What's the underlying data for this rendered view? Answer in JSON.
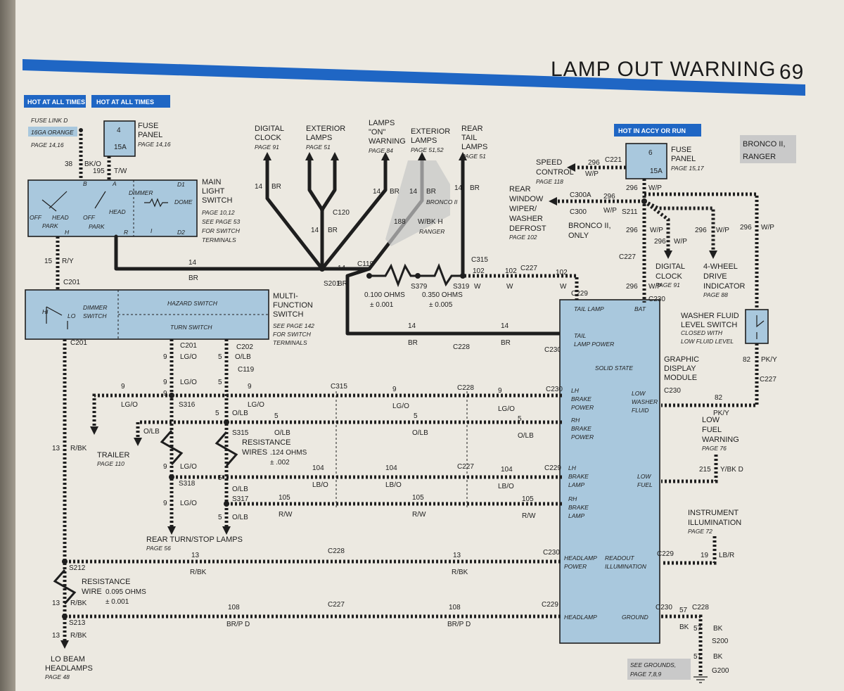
{
  "header": {
    "title": "LAMP OUT WARNING",
    "page_number": "69"
  },
  "tags": {
    "hot1": "HOT AT ALL TIMES",
    "hot2": "HOT AT ALL TIMES",
    "hot3": "HOT IN ACCY OR RUN",
    "model": [
      "BRONCO II,",
      "RANGER"
    ]
  },
  "fuse_link": {
    "label": "FUSE LINK D",
    "gauge": "16GA ORANGE",
    "page": "PAGE 14,16"
  },
  "fuse_panel_1": {
    "lines": [
      "FUSE",
      "PANEL"
    ],
    "page": "PAGE 14,16",
    "num": "4",
    "amp": "15A"
  },
  "fuse_panel_2": {
    "lines": [
      "FUSE",
      "PANEL"
    ],
    "page": "PAGE 15,17",
    "num": "6",
    "amp": "15A"
  },
  "main_switch": {
    "lines": [
      "MAIN",
      "LIGHT",
      "SWITCH"
    ],
    "page_lines": [
      "PAGE 10,12",
      "SEE PAGE 53",
      "FOR SWITCH",
      "TERMINALS"
    ],
    "inner": {
      "off1": "OFF",
      "head1": "HEAD",
      "off2": "OFF",
      "park1": "PARK",
      "head2": "HEAD",
      "park2": "PARK",
      "dimmer": "DIMMER",
      "dome": "DOME",
      "d1": "D1",
      "d2": "D2",
      "b": "B",
      "a": "A",
      "h": "H",
      "r": "R",
      "i": "I"
    }
  },
  "multi_switch": {
    "lines": [
      "MULTI-",
      "FUNCTION",
      "SWITCH"
    ],
    "page_lines": [
      "SEE PAGE 142",
      "FOR SWITCH",
      "TERMINALS"
    ],
    "inner": {
      "hi": "HI",
      "lo": "LO",
      "dimmer": "DIMMER",
      "switch": "SWITCH",
      "hazard": "HAZARD SWITCH",
      "turn": "TURN SWITCH"
    }
  },
  "gdm": {
    "lines": [
      "GRAPHIC",
      "DISPLAY",
      "MODULE"
    ],
    "pins": {
      "tail_lamp": "TAIL LAMP",
      "bat": "BAT",
      "tail1": "TAIL",
      "tail2": "LAMP POWER",
      "solid": "SOLID STATE",
      "lh1": "LH",
      "lh2": "BRAKE",
      "lh3": "POWER",
      "rh1": "RH",
      "rh2": "BRAKE",
      "rh3": "POWER",
      "low1": "LOW",
      "low2": "WASHER",
      "low3": "FLUID",
      "lhl1": "LH",
      "lhl2": "BRAKE",
      "lhl3": "LAMP",
      "rhl1": "RH",
      "rhl2": "BRAKE",
      "rhl3": "LAMP",
      "lf1": "LOW",
      "lf2": "FUEL",
      "hp1": "HEADLAMP",
      "hp2": "POWER",
      "ro1": "READOUT",
      "ro2": "ILLUMINATION",
      "head": "HEADLAMP",
      "ground": "GROUND"
    }
  },
  "washer_switch": {
    "lines": [
      "WASHER FLUID",
      "LEVEL SWITCH"
    ],
    "note": [
      "CLOSED WITH",
      "LOW FLUID LEVEL"
    ]
  },
  "top_labels": {
    "digital_clock": {
      "lines": [
        "DIGITAL",
        "CLOCK"
      ],
      "page": "PAGE 91"
    },
    "exterior_lamps": {
      "lines": [
        "EXTERIOR",
        "LAMPS"
      ],
      "page": "PAGE 51"
    },
    "lamps_on": {
      "lines": [
        "LAMPS",
        "\"ON\"",
        "WARNING"
      ],
      "page": "PAGE 84"
    },
    "exterior_lamps2": {
      "lines": [
        "EXTERIOR",
        "LAMPS"
      ],
      "page": "PAGE 51,52"
    },
    "rear_tail": {
      "lines": [
        "REAR",
        "TAIL",
        "LAMPS"
      ],
      "page": "PAGE 51"
    },
    "speed_control": {
      "lines": [
        "SPEED",
        "CONTROL"
      ],
      "page": "PAGE 118"
    },
    "rear_window": {
      "lines": [
        "REAR",
        "WINDOW",
        "WIPER/",
        "WASHER",
        "DEFROST"
      ],
      "page": "PAGE 102"
    },
    "bronco_only": [
      "BRONCO II,",
      "ONLY"
    ],
    "digital_clock2": {
      "lines": [
        "DIGITAL",
        "CLOCK"
      ],
      "page": "PAGE 91"
    },
    "four_wheel": {
      "lines": [
        "4-WHEEL",
        "DRIVE",
        "INDICATOR"
      ],
      "page": "PAGE 88"
    }
  },
  "bottom_labels": {
    "trailer": {
      "line": "TRAILER",
      "page": "PAGE 110"
    },
    "rear_turn": {
      "line": "REAR TURN/STOP LAMPS",
      "page": "PAGE 56"
    },
    "lo_beam": {
      "lines": [
        "LO BEAM",
        "HEADLAMPS"
      ],
      "page": "PAGE 48"
    },
    "low_fuel": {
      "lines": [
        "LOW",
        "FUEL",
        "WARNING"
      ],
      "page": "PAGE 76"
    },
    "instrument": {
      "lines": [
        "INSTRUMENT",
        "ILLUMINATION"
      ],
      "page": "PAGE 72"
    },
    "see_grounds": {
      "line": "SEE GROUNDS,",
      "page": "PAGE 7,8,9"
    }
  },
  "resistors": {
    "r1": {
      "ohms": "0.100 OHMS",
      "tol": "± 0.001"
    },
    "r2": {
      "ohms": "0.350 OHMS",
      "tol": "± 0.005"
    },
    "r3": {
      "lines": [
        "RESISTANCE",
        "WIRES"
      ],
      "ohms": ".124 OHMS",
      "tol": "± .002"
    },
    "r4": {
      "lines": [
        "RESISTANCE",
        "WIRE"
      ],
      "ohms": "0.095 OHMS",
      "tol": "± 0.001"
    }
  },
  "connectors": {
    "c201a": "C201",
    "c201b": "C201",
    "c201c": "C201",
    "c202": "C202",
    "c119a": "C119",
    "c119b": "C119",
    "c120": "C120",
    "s201": "S201",
    "s379": "S379",
    "s319": "S319",
    "c315a": "C315",
    "c315b": "C315",
    "c227a": "C227",
    "c229a": "C229",
    "c228a": "C228",
    "c230a": "C230",
    "c230b": "C230",
    "c228b": "C228",
    "c230c": "C230",
    "c221": "C221",
    "c300a": "C300A",
    "c300": "C300",
    "s211": "S211",
    "c227b": "C227",
    "c230d": "C230",
    "c227c": "C227",
    "c230e": "C230",
    "s316": "S316",
    "s315": "S315",
    "c227d": "C227",
    "c229b": "C229",
    "s318": "S318",
    "s317": "S317",
    "c228c": "C228",
    "c230f": "C230",
    "c229c": "C229",
    "s212": "S212",
    "c227e": "C227",
    "c229d": "C229",
    "s213": "S213",
    "c230g": "C230",
    "c228d": "C228",
    "s200": "S200",
    "g200": "G200",
    "bronco_ii": "BRONCO II",
    "ranger": "RANGER"
  },
  "wires": {
    "w38": "38",
    "bko": "BK/O",
    "w195": "195",
    "tw": "T/W",
    "w15": "15",
    "ry": "R/Y",
    "w14a": "14",
    "br1": "BR",
    "w14b": "14",
    "br2": "BR",
    "w14c": "14",
    "br3": "BR",
    "w14d": "14",
    "br4": "BR",
    "w14e": "14",
    "br5": "BR",
    "w14f": "14",
    "br6": "BR",
    "w14g": "14",
    "br7": "BR",
    "w14h": "14",
    "br8": "BR",
    "w188": "188",
    "wbkh": "W/BK H",
    "w102a": "102",
    "wa": "W",
    "w102b": "102",
    "wb": "W",
    "w102c": "102",
    "wc": "W",
    "w14i": "14",
    "br9": "BR",
    "w14j": "14",
    "br10": "BR",
    "w296a": "296",
    "wpa": "W/P",
    "w296b": "296",
    "wpb": "W/P",
    "w296c": "296",
    "wpc": "W/P",
    "w296d": "296",
    "wpd": "W/P",
    "w296e": "296",
    "wpe": "W/P",
    "w296f": "296",
    "wpf": "W/P",
    "w296g": "296",
    "wpg": "W/P",
    "w296h": "296",
    "wph": "W/P",
    "w9a": "9",
    "lgoa": "LG/O",
    "w5a": "5",
    "olba": "O/LB",
    "w9b": "9",
    "lgob": "LG/O",
    "w5b": "5",
    "w9c": "9",
    "lgoc": "LG/O",
    "w9d": "9",
    "lgod": "LG/O",
    "w9e": "9",
    "w9f": "9",
    "lgoe": "LG/O",
    "lgof": "LG/O",
    "w5c": "5",
    "olbc": "O/LB",
    "w5d": "5",
    "w5e": "5",
    "olbd": "O/LB",
    "olbe": "O/LB",
    "w9g": "9",
    "lgog": "LG/O",
    "w9h": "9",
    "lgoh": "LG/O",
    "w5f": "5",
    "olbf": "O/LB",
    "w5g": "5",
    "olbg": "O/LB",
    "w104a": "104",
    "lboa": "LB/O",
    "w104b": "104",
    "lbob": "LB/O",
    "w104c": "104",
    "lboc": "LB/O",
    "w105a": "105",
    "rwa": "R/W",
    "w105b": "105",
    "rwb": "R/W",
    "w105c": "105",
    "rwc": "R/W",
    "w13a": "13",
    "rbka": "R/BK",
    "w13b": "13",
    "rbkb": "R/BK",
    "w13c": "13",
    "rbkc": "R/BK",
    "w13d": "13",
    "rbkd": "R/BK",
    "w13e": "13",
    "rbke": "R/BK",
    "w108a": "108",
    "brpa": "BR/P D",
    "w108b": "108",
    "brpb": "BR/P D",
    "w82a": "82",
    "pkya": "PK/Y",
    "w82b": "82",
    "pkyb": "PK/Y",
    "w215": "215",
    "ybk": "Y/BK D",
    "w19": "19",
    "lbr": "LB/R",
    "w57a": "57",
    "bka": "BK",
    "w57b": "57",
    "bkb": "BK",
    "w57c": "57",
    "bkc": "BK"
  }
}
